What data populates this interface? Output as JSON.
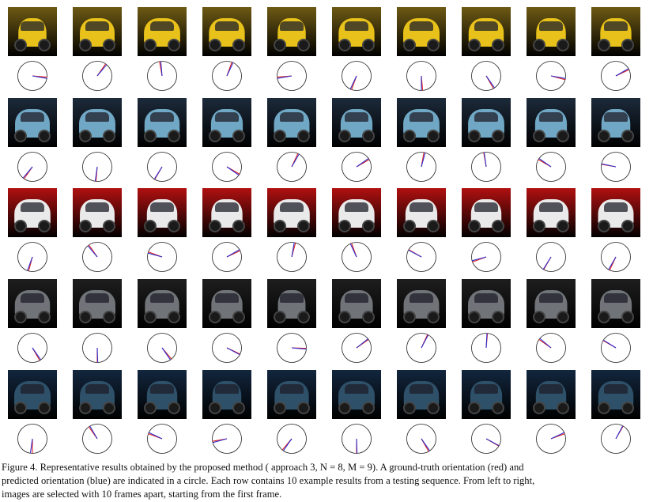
{
  "caption": {
    "line1": "Figure 4. Representative results obtained by the proposed method ( approach 3, N = 8, M = 9). A ground-truth orientation (red) and",
    "line2": "predicted orientation (blue) are indicated in a circle. Each row contains 10 example results from a testing sequence. From left to right,",
    "line3": "images are selected with 10 frames apart, starting from the first frame."
  },
  "colors": {
    "ground_truth": "#e02020",
    "predicted": "#3030d0"
  },
  "rows": [
    {
      "car": "yellow-compact-car",
      "bg": "#6e5a14",
      "body": "#e8c21a",
      "angles": [
        [
          95,
          100
        ],
        [
          35,
          40
        ],
        [
          -10,
          -5
        ],
        [
          20,
          25
        ],
        [
          -95,
          -100
        ],
        [
          -160,
          -155
        ],
        [
          175,
          180
        ],
        [
          150,
          145
        ],
        [
          105,
          100
        ],
        [
          65,
          60
        ]
      ]
    },
    {
      "car": "light-blue-compact-car",
      "bg": "#1c2a3a",
      "body": "#6fa7c4",
      "angles": [
        [
          -145,
          -140
        ],
        [
          -175,
          -172
        ],
        [
          -150,
          -148
        ],
        [
          120,
          125
        ],
        [
          25,
          30
        ],
        [
          60,
          55
        ],
        [
          10,
          15
        ],
        [
          -10,
          -8
        ],
        [
          -60,
          -55
        ],
        [
          -80,
          -78
        ]
      ]
    },
    {
      "car": "white-concept-car",
      "bg": "#b01010",
      "body": "#eaeaea",
      "angles": [
        [
          -165,
          -160
        ],
        [
          -35,
          -40
        ],
        [
          -70,
          -75
        ],
        [
          65,
          60
        ],
        [
          15,
          10
        ],
        [
          -20,
          -25
        ],
        [
          -60,
          -62
        ],
        [
          -110,
          -105
        ],
        [
          -150,
          -148
        ],
        [
          -155,
          -150
        ]
      ]
    },
    {
      "car": "dark-grey-coupe",
      "bg": "#1e1e1e",
      "body": "#707478",
      "angles": [
        [
          150,
          145
        ],
        [
          180,
          178
        ],
        [
          140,
          145
        ],
        [
          115,
          118
        ],
        [
          92,
          95
        ],
        [
          55,
          52
        ],
        [
          25,
          28
        ],
        [
          5,
          3
        ],
        [
          -55,
          -50
        ],
        [
          -60,
          -58
        ]
      ]
    },
    {
      "car": "dark-blue-concept-car",
      "bg": "#12263e",
      "body": "#2e5068",
      "angles": [
        [
          -180,
          -172
        ],
        [
          -35,
          -30
        ],
        [
          -70,
          -65
        ],
        [
          -100,
          -105
        ],
        [
          -140,
          -145
        ],
        [
          180,
          178
        ],
        [
          150,
          145
        ],
        [
          120,
          118
        ],
        [
          70,
          65
        ],
        [
          30,
          28
        ]
      ]
    }
  ]
}
